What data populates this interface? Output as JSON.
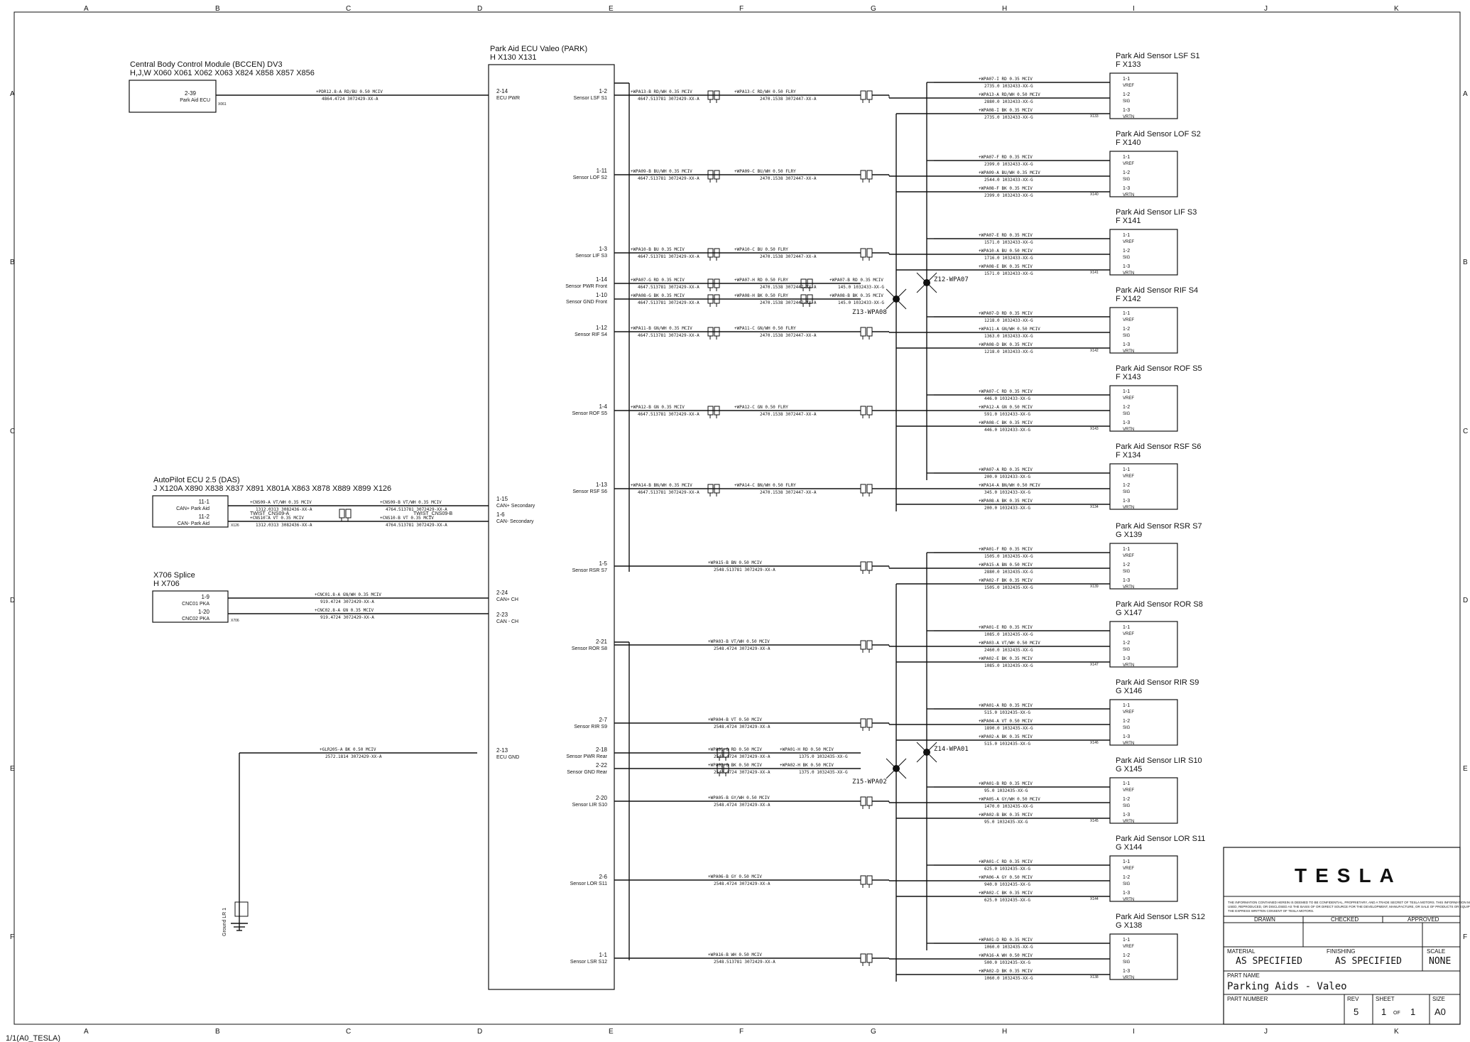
{
  "sheet": {
    "columns": [
      "A",
      "B",
      "C",
      "D",
      "E",
      "F",
      "G",
      "H",
      "I",
      "J",
      "K"
    ],
    "rows": [
      "A",
      "B",
      "C",
      "D",
      "E",
      "F"
    ],
    "footer": "1/1(A0_TESLA)"
  },
  "modules": {
    "bccen": {
      "title": "Central Body Control Module (BCCEN) DV3",
      "conn": "H,J,W    X060  X061  X062  X063  X824  X858  X857  X856",
      "pin": "2-39",
      "pin_label": "Park Aid ECU",
      "ref": "X061"
    },
    "das": {
      "title": "AutoPilot ECU 2.5 (DAS)",
      "conn": "J          X120A  X890   X838   X837   X891   X801A  X863   X878   X889   X899   X126",
      "pins": [
        [
          "11-1",
          "CAN+ Park Aid"
        ],
        [
          "11-2",
          "CAN- Park Aid"
        ]
      ],
      "ref": "X126"
    },
    "splice": {
      "title": "X706 Splice",
      "conn": "H          X706",
      "pins": [
        [
          "1-9",
          "CNC01 PKA"
        ],
        [
          "1-20",
          "CNC02 PKA"
        ]
      ],
      "ref": "X706"
    },
    "park": {
      "title": "Park Aid ECU Valeo (PARK)",
      "conn": "H          X130   X131",
      "left_pins": [
        [
          "2-14",
          "ECU PWR"
        ],
        [
          "1-15",
          "CAN+ Secondary"
        ],
        [
          "1-6",
          "CAN- Secondary"
        ],
        [
          "2-24",
          "CAN+ CH"
        ],
        [
          "2-23",
          "CAN - CH"
        ],
        [
          "2-13",
          "ECU GND"
        ]
      ],
      "right_pins": [
        [
          "1-2",
          "Sensor LSF S1"
        ],
        [
          "1-11",
          "Sensor LOF S2"
        ],
        [
          "1-3",
          "Sensor LIF S3"
        ],
        [
          "1-14",
          "Sensor PWR Front"
        ],
        [
          "1-10",
          "Sensor GND Front"
        ],
        [
          "1-12",
          "Sensor RIF S4"
        ],
        [
          "1-4",
          "Sensor ROF S5"
        ],
        [
          "1-13",
          "Sensor RSF S6"
        ],
        [
          "1-5",
          "Sensor RSR S7"
        ],
        [
          "2-21",
          "Sensor ROR S8"
        ],
        [
          "2-7",
          "Sensor RIR S9"
        ],
        [
          "2-18",
          "Sensor PWR Rear"
        ],
        [
          "2-22",
          "Sensor GND Rear"
        ],
        [
          "2-20",
          "Sensor LIR S10"
        ],
        [
          "2-6",
          "Sensor LOR S11"
        ],
        [
          "1-1",
          "Sensor LSR S12"
        ]
      ]
    },
    "ground": "Ground LR 1"
  },
  "wires_left": [
    {
      "name": "+PDR12.8-A  RD/BU  0.50  MCIV",
      "sub": "4864.4724   3072429-XX-A"
    },
    {
      "name": "+CNS09-A  VT/WH  0.35  MCIV",
      "sub": "1312.0313   3082436-XX-A"
    },
    {
      "name": "+CNS10-A  VT  0.35  MCIV",
      "sub": "1312.0313   3082436-XX-A"
    },
    {
      "name": "+CNS09-B  VT/WH  0.35  MCIV",
      "sub": "4764.513781   3072429-XX-A"
    },
    {
      "name": "+CNS10-B  VT  0.35  MCIV",
      "sub": "4764.513781   3072429-XX-A"
    },
    {
      "name": "+CNC01.8-A  GN/WH  0.35  MCIV",
      "sub": "919.4724   3072429-XX-A"
    },
    {
      "name": "+CNC02.8-A  GN  0.35  MCIV",
      "sub": "919.4724   3072429-XX-A"
    },
    {
      "name": "+GLR205-A  BK  0.50  MCIV",
      "sub": "2572.1814   3072429-XX-A"
    }
  ],
  "twist": [
    "TWIST_CNS09-A",
    "TWIST_CNS09-B"
  ],
  "front_wires": [
    {
      "a": "+WPA13-B  RD/WH  0.35  MCIV",
      "a2": "4647.513781   3072429-XX-A",
      "b": "+WPA13-C  RD/WH  0.50  FLRY",
      "b2": "2470.1538   3072447-XX-A"
    },
    {
      "a": "+WPA09-B  BU/WH  0.35  MCIV",
      "a2": "4647.513781   3072429-XX-A",
      "b": "+WPA09-C  BU/WH  0.50  FLRY",
      "b2": "2470.1538   3072447-XX-A"
    },
    {
      "a": "+WPA10-B  BU  0.35  MCIV",
      "a2": "4647.513781   3072429-XX-A",
      "b": "+WPA10-C  BU  0.50  FLRY",
      "b2": "2470.1538   3072447-XX-A"
    },
    {
      "a": "+WPA07-G  RD  0.35  MCIV",
      "a2": "4647.513781   3072429-XX-A",
      "b": "+WPA07-H  RD  0.50  FLRY",
      "b2": "2470.1538   3072447-XX-A",
      "c": "+WPA07-B  RD  0.35  MCIV",
      "c2": "145.0   1032433-XX-G"
    },
    {
      "a": "+WPA08-G  BK  0.35  MCIV",
      "a2": "4647.513781   3072429-XX-A",
      "b": "+WPA08-H  BK  0.50  FLRY",
      "b2": "2470.1538   3072447-XX-A",
      "c": "+WPA08-B  BK  0.35  MCIV",
      "c2": "145.0   1032433-XX-G"
    },
    {
      "a": "+WPA11-B  GN/WH  0.35  MCIV",
      "a2": "4647.513781   3072429-XX-A",
      "b": "+WPA11-C  GN/WH  0.50  FLRY",
      "b2": "2470.1538   3072447-XX-A"
    },
    {
      "a": "+WPA12-B  GN  0.35  MCIV",
      "a2": "4647.513781   3072429-XX-A",
      "b": "+WPA12-C  GN  0.50  FLRY",
      "b2": "2470.1538   3072447-XX-A"
    },
    {
      "a": "+WPA14-B  BN/WH  0.35  MCIV",
      "a2": "4647.513781   3072429-XX-A",
      "b": "+WPA14-C  BN/WH  0.50  FLRY",
      "b2": "2470.1538   3072447-XX-A"
    }
  ],
  "rear_wires": [
    {
      "a": "+WPA15-B  BN  0.50  MCIV",
      "a2": "2548.513781   3072429-XX-A"
    },
    {
      "a": "+WPA03-B  VT/WH  0.50  MCIV",
      "a2": "2548.4724   3072429-XX-A"
    },
    {
      "a": "+WPA04-B  VT  0.50  MCIV",
      "a2": "2548.4724   3072429-XX-A"
    },
    {
      "a": "+WPA01-G  RD  0.50  MCIV",
      "a2": "2548.4724   3072429-XX-A",
      "b": "+WPA01-H  RD  0.50  MCIV",
      "b2": "1375.0   1032435-XX-G"
    },
    {
      "a": "+WPA02-G  BK  0.50  MCIV",
      "a2": "2548.4724   3072429-XX-A",
      "b": "+WPA02-H  BK  0.50  MCIV",
      "b2": "1375.0   1032435-XX-G"
    },
    {
      "a": "+WPA05-B  GY/WH  0.50  MCIV",
      "a2": "2548.4724   3072429-XX-A"
    },
    {
      "a": "+WPA06-B  GY  0.50  MCIV",
      "a2": "2548.4724   3072429-XX-A"
    },
    {
      "a": "+WPA16-B  WH  0.50  MCIV",
      "a2": "2548.513781   3072429-XX-A"
    }
  ],
  "splices": [
    "Z12-WPA07",
    "Z13-WPA08",
    "Z14-WPA01",
    "Z15-WPA02"
  ],
  "sensors": [
    {
      "name": "Park Aid Sensor LSF S1",
      "conn": "F          X133",
      "ref": "X133",
      "w": [
        "+WPA07-I  RD  0.35  MCIV",
        "2735.0   1032433-XX-G",
        "+WPA13-A  RD/WH  0.50  MCIV",
        "2880.0   1032433-XX-G",
        "+WPA08-I  BK  0.35  MCIV",
        "2735.0   1032433-XX-G"
      ]
    },
    {
      "name": "Park Aid Sensor LOF S2",
      "conn": "F          X140",
      "ref": "X140",
      "w": [
        "+WPA07-F  RD  0.35  MCIV",
        "2399.0   1032433-XX-G",
        "+WPA09-A  BU/WH  0.35  MCIV",
        "2544.0   1032433-XX-G",
        "+WPA08-F  BK  0.35  MCIV",
        "2399.0   1032433-XX-G"
      ]
    },
    {
      "name": "Park Aid Sensor LIF S3",
      "conn": "F          X141",
      "ref": "X141",
      "w": [
        "+WPA07-E  RD  0.35  MCIV",
        "1571.0   1032433-XX-G",
        "+WPA10-A  BU  0.50  MCIV",
        "1716.0   1032433-XX-G",
        "+WPA08-E  BK  0.35  MCIV",
        "1571.0   1032433-XX-G"
      ]
    },
    {
      "name": "Park Aid Sensor RIF S4",
      "conn": "F          X142",
      "ref": "X142",
      "w": [
        "+WPA07-D  RD  0.35  MCIV",
        "1218.0   1032433-XX-G",
        "+WPA11-A  GN/WH  0.50  MCIV",
        "1363.0   1032433-XX-G",
        "+WPA08-D  BK  0.35  MCIV",
        "1218.0   1032433-XX-G"
      ]
    },
    {
      "name": "Park Aid Sensor ROF S5",
      "conn": "F          X143",
      "ref": "X143",
      "w": [
        "+WPA07-C  RD  0.35  MCIV",
        "446.0   1032433-XX-G",
        "+WPA12-A  GN  0.50  MCIV",
        "591.0   1032433-XX-G",
        "+WPA08-C  BK  0.35  MCIV",
        "446.0   1032433-XX-G"
      ]
    },
    {
      "name": "Park Aid Sensor RSF S6",
      "conn": "F          X134",
      "ref": "X134",
      "w": [
        "+WPA07-A  RD  0.35  MCIV",
        "200.0   1032433-XX-G",
        "+WPA14-A  BN/WH  0.50  MCIV",
        "345.0   1032433-XX-G",
        "+WPA08-A  BK  0.35  MCIV",
        "200.0   1032433-XX-G"
      ]
    },
    {
      "name": "Park Aid Sensor RSR S7",
      "conn": "G          X139",
      "ref": "X139",
      "w": [
        "+WPA01-F  RD  0.35  MCIV",
        "1505.0   1032435-XX-G",
        "+WPA15-A  BN  0.50  MCIV",
        "2880.0   1032435-XX-G",
        "+WPA02-F  BK  0.35  MCIV",
        "1505.0   1032435-XX-G"
      ]
    },
    {
      "name": "Park Aid Sensor ROR S8",
      "conn": "G          X147",
      "ref": "X147",
      "w": [
        "+WPA01-E  RD  0.35  MCIV",
        "1085.0   1032435-XX-G",
        "+WPA03-A  VT/WH  0.50  MCIV",
        "2460.0   1032435-XX-G",
        "+WPA02-E  BK  0.35  MCIV",
        "1085.0   1032435-XX-G"
      ]
    },
    {
      "name": "Park Aid Sensor RIR S9",
      "conn": "G          X146",
      "ref": "X146",
      "w": [
        "+WPA01-A  RD  0.35  MCIV",
        "515.0   1032435-XX-G",
        "+WPA04-A  VT  0.50  MCIV",
        "1890.0   1032435-XX-G",
        "+WPA02-A  BK  0.35  MCIV",
        "515.0   1032435-XX-G"
      ]
    },
    {
      "name": "Park Aid Sensor LIR S10",
      "conn": "G          X145",
      "ref": "X145",
      "w": [
        "+WPA01-B  RD  0.35  MCIV",
        "95.0   1032435-XX-G",
        "+WPA05-A  GY/WH  0.50  MCIV",
        "1470.0   1032435-XX-G",
        "+WPA02-B  BK  0.35  MCIV",
        "95.0   1032435-XX-G"
      ]
    },
    {
      "name": "Park Aid Sensor LOR S11",
      "conn": "G          X144",
      "ref": "X144",
      "w": [
        "+WPA01-C  RD  0.35  MCIV",
        "625.0   1032435-XX-G",
        "+WPA06-A  GY  0.50  MCIV",
        "940.0   1032435-XX-G",
        "+WPA02-C  BK  0.35  MCIV",
        "625.0   1032435-XX-G"
      ]
    },
    {
      "name": "Park Aid Sensor LSR S12",
      "conn": "G          X138",
      "ref": "X138",
      "w": [
        "+WPA01-D  RD  0.35  MCIV",
        "1060.0   1032435-XX-G",
        "+WPA16-A  WH  0.50  MCIV",
        "500.0   1032435-XX-G",
        "+WPA02-D  BK  0.35  MCIV",
        "1060.0   1032435-XX-G"
      ]
    }
  ],
  "sensor_pins": [
    [
      "1-1",
      "VREF"
    ],
    [
      "1-2",
      "SIG"
    ],
    [
      "1-3",
      "VRTN"
    ]
  ],
  "title_block": {
    "logo": "TESLA",
    "notice": "THE INFORMATION CONTAINED HEREIN IS DEEMED TO BE CONFIDENTIAL, PROPRIETARY, AND A TRADE SECRET OF TESLA MOTORS. THIS INFORMATION MAY NOT BE USED, REPRODUCED, OR DISCLOSED AS THE BASIS OF OR DIRECT SOURCE FOR THE DEVELOPMENT, MANUFACTURE, OR SALE OF PRODUCTS OR EQUIPMENT WITHOUT THE EXPRESS WRITTEN CONSENT OF TESLA MOTORS.",
    "drawn": "DRAWN",
    "checked": "CHECKED",
    "approved": "APPROVED",
    "material_label": "MATERIAL",
    "material": "AS SPECIFIED",
    "finishing_label": "FINISHING",
    "finishing": "AS SPECIFIED",
    "scale_label": "SCALE",
    "scale": "NONE",
    "part_name_label": "PART NAME",
    "part_name": "Parking Aids - Valeo",
    "part_number_label": "PART NUMBER",
    "rev_label": "REV",
    "rev": "5",
    "sheet_label": "SHEET",
    "sheet": "1",
    "of": "OF",
    "sheets": "1",
    "size_label": "SIZE",
    "size": "A0"
  }
}
